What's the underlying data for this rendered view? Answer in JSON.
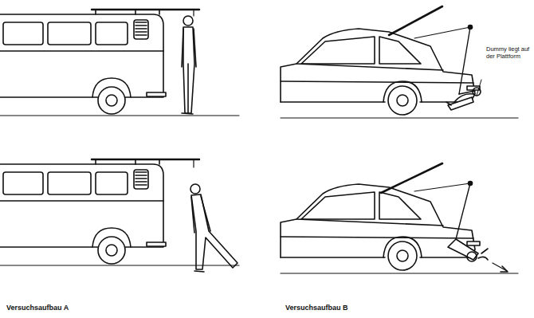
{
  "diagram": {
    "labels": [
      "Dummy liegt auf der Plattform",
      "Versuchsaufbau A",
      "Versuchsaufbau B"
    ]
  }
}
